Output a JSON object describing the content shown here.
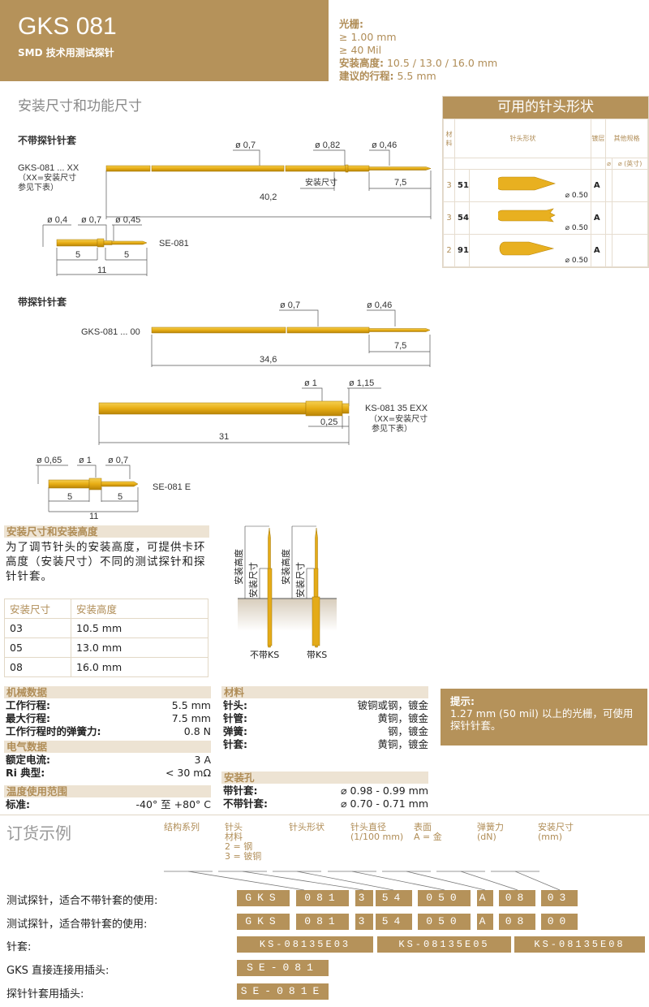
{
  "header": {
    "title": "GKS 081",
    "subtitle": "SMD 技术用测试探针",
    "pitch_label": "光栅:",
    "pitch_mm": "≥ 1.00 mm",
    "pitch_mil": "≥ 40 Mil",
    "install_height_label": "安装高度:",
    "install_height_value": "10.5 / 13.0 / 16.0 mm",
    "stroke_label": "建议的行程:",
    "stroke_value": "5.5 mm"
  },
  "dims": {
    "heading": "安装尺寸和功能尺寸",
    "without_sleeve": {
      "heading": "不带探针针套",
      "part": "GKS-081 ... XX",
      "note1": "（XX=安装尺寸",
      "note2": "参见下表）",
      "d1": "ø 0,7",
      "d2": "ø 0,82",
      "d3": "ø 0,46",
      "install": "安装尺寸",
      "l_tip": "7,5",
      "l_total": "40,2"
    },
    "se081": {
      "part": "SE-081",
      "d1": "ø 0,4",
      "d2": "ø 0,7",
      "d3": "ø 0,45",
      "l1": "5",
      "l2": "5",
      "l_total": "11"
    },
    "with_sleeve": {
      "heading": "带探针针套",
      "part": "GKS-081 ... 00",
      "d1": "ø 0,7",
      "d2": "ø 0,46",
      "l_tip": "7,5",
      "l_total": "34,6"
    },
    "ks": {
      "part": "KS-081 35 EXX",
      "note1": "（XX=安装尺寸",
      "note2": "参见下表）",
      "d1": "ø 1",
      "d2": "ø 1,15",
      "l_collar": "0,25",
      "l_total": "31"
    },
    "se081e": {
      "part": "SE-081 E",
      "d1": "ø 0,65",
      "d2": "ø 1",
      "d3": "ø 0,7",
      "l1": "5",
      "l2": "5",
      "l_total": "11"
    }
  },
  "tips": {
    "title": "可用的针头形状",
    "col_material": "材料",
    "col_shape": "针头形状",
    "col_surface": "镀层",
    "col_other": "其他规格",
    "col_dia": "⌀",
    "col_dia_in": "⌀ (英寸)",
    "rows": [
      {
        "material": "3",
        "code": "51",
        "dia": "⌀ 0.50",
        "surface": "A"
      },
      {
        "material": "3",
        "code": "54",
        "dia": "⌀ 0.50",
        "surface": "A"
      },
      {
        "material": "2",
        "code": "91",
        "dia": "⌀ 0.50",
        "surface": "A"
      }
    ]
  },
  "install": {
    "heading": "安装尺寸和安装高度",
    "text": "为了调节针头的安装高度，可提供卡环高度（安装尺寸）不同的测试探针和探针针套。",
    "col1": "安装尺寸",
    "col2": "安装高度",
    "rows": [
      {
        "size": "03",
        "height": "10.5 mm"
      },
      {
        "size": "05",
        "height": "13.0 mm"
      },
      {
        "size": "08",
        "height": "16.0 mm"
      }
    ],
    "diagram": {
      "height_label": "安装高度",
      "size_label": "安装尺寸",
      "left": "不带KS",
      "right": "带KS"
    }
  },
  "mech": {
    "heading": "机械数据",
    "rows": [
      {
        "k": "工作行程:",
        "v": "5.5 mm"
      },
      {
        "k": "最大行程:",
        "v": "7.5 mm"
      },
      {
        "k": "工作行程时的弹簧力:",
        "v": "0.8 N"
      }
    ]
  },
  "elec": {
    "heading": "电气数据",
    "rows": [
      {
        "k": "额定电流:",
        "v": "3 A"
      },
      {
        "k": "Ri 典型:",
        "v": "< 30 mΩ"
      }
    ]
  },
  "temp": {
    "heading": "温度使用范围",
    "rows": [
      {
        "k": "标准:",
        "v": "-40° 至 +80° C"
      }
    ]
  },
  "material": {
    "heading": "材料",
    "rows": [
      {
        "k": "针头:",
        "v": "铍铜或钢，镀金"
      },
      {
        "k": "针管:",
        "v": "黄铜，镀金"
      },
      {
        "k": "弹簧:",
        "v": "钢，镀金"
      },
      {
        "k": "针套:",
        "v": "黄铜，镀金"
      }
    ]
  },
  "holes": {
    "heading": "安装孔",
    "rows": [
      {
        "k": "带针套:",
        "v": "⌀ 0.98 - 0.99 mm"
      },
      {
        "k": "不带针套:",
        "v": "⌀ 0.70 - 0.71 mm"
      }
    ]
  },
  "tip_note": {
    "title": "提示:",
    "text": "1.27 mm (50 mil) 以上的光栅，可使用探针针套。"
  },
  "order": {
    "heading": "订货示例",
    "columns": [
      "结构系列",
      "针头\n材料\n2 = 钢\n3 = 铍铜",
      "针头形状",
      "针头直径\n(1/100 mm)",
      "表面\nA = 金",
      "弹簧力\n(dN)",
      "安装尺寸\n(mm)"
    ],
    "rows": [
      {
        "label": "测试探针，适合不带针套的使用:",
        "codes": [
          "GKS",
          "081",
          "3",
          "54",
          "050",
          "A",
          "08",
          "03"
        ]
      },
      {
        "label": "测试探针，适合带针套的使用:",
        "codes": [
          "GKS",
          "081",
          "3",
          "54",
          "050",
          "A",
          "08",
          "00"
        ]
      },
      {
        "label": "针套:",
        "codes": [
          "KS-08135E03",
          "KS-08135E05",
          "KS-08135E08"
        ]
      },
      {
        "label": "GKS 直接连接用插头:",
        "codes": [
          "SE-081"
        ]
      },
      {
        "label": "探针针套用插头:",
        "codes": [
          "SE-081E"
        ]
      }
    ]
  }
}
